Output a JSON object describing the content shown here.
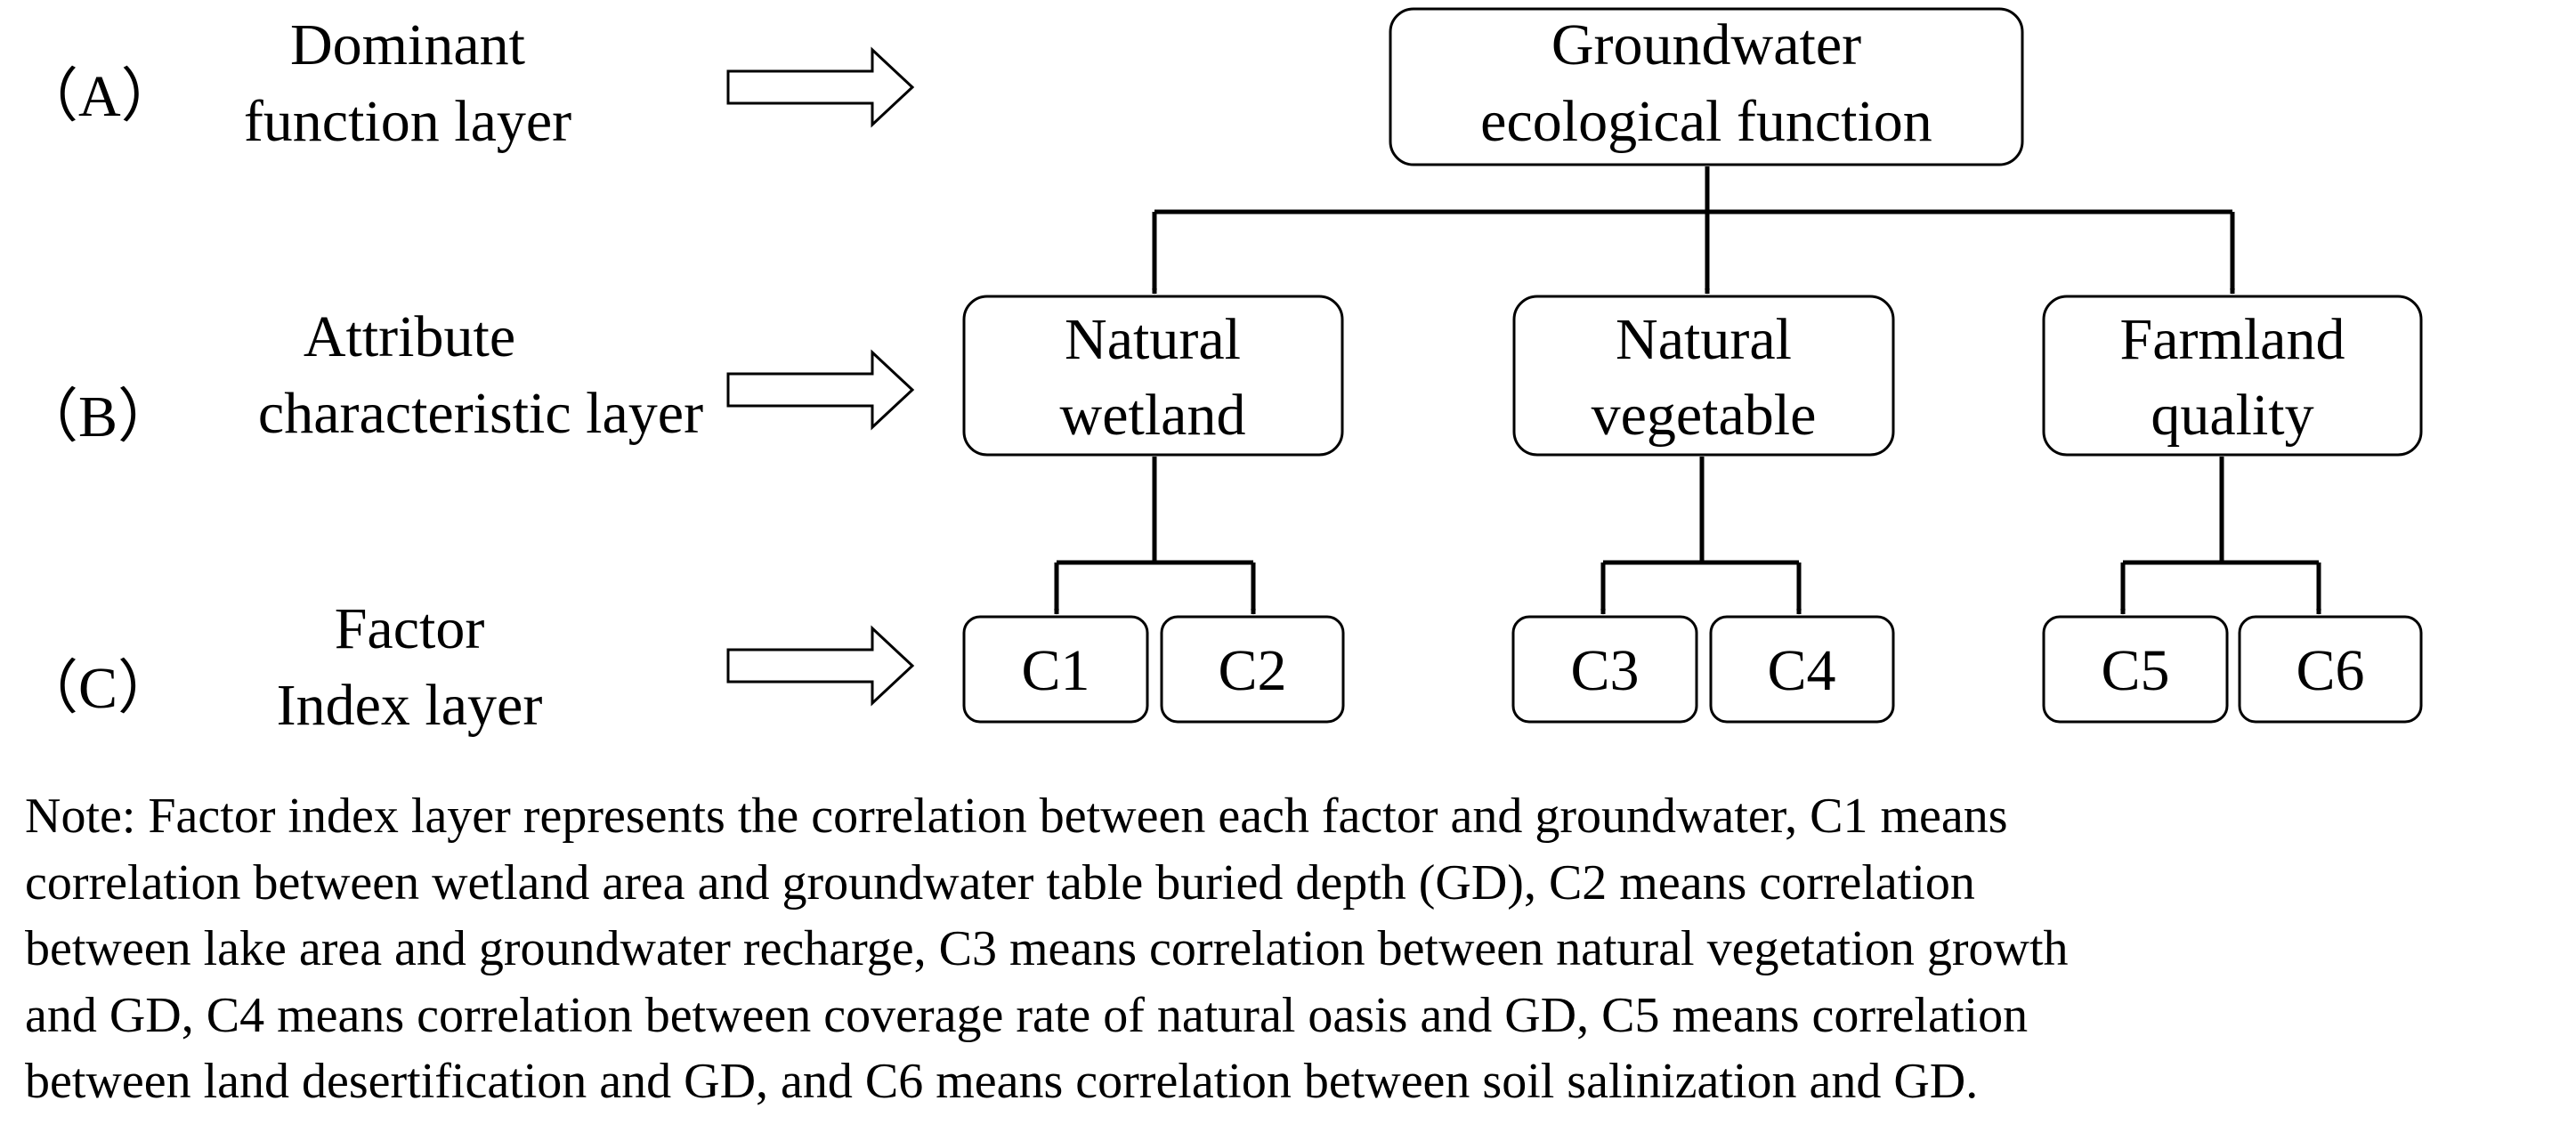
{
  "layers": [
    {
      "letter": "（A）",
      "name_line1": "Dominant",
      "name_line2": "function layer"
    },
    {
      "letter": "（B）",
      "name_line1": "Attribute",
      "name_line2": "characteristic layer"
    },
    {
      "letter": "（C）",
      "name_line1": "Factor",
      "name_line2": "Index layer"
    }
  ],
  "root": {
    "line1": "Groundwater",
    "line2": "ecological function"
  },
  "attributes": [
    {
      "line1": "Natural",
      "line2": "wetland"
    },
    {
      "line1": "Natural",
      "line2": "vegetable"
    },
    {
      "line1": "Farmland",
      "line2": "quality"
    }
  ],
  "factors": [
    "C1",
    "C2",
    "C3",
    "C4",
    "C5",
    "C6"
  ],
  "note_lines": [
    "Note: Factor index layer represents the correlation between each factor and groundwater, C1 means",
    "correlation between wetland area and groundwater table buried depth (GD), C2 means correlation",
    "between lake area and groundwater recharge, C3 means correlation between natural vegetation growth",
    "and GD, C4 means correlation between coverage rate of natural oasis and GD, C5 means correlation",
    "between land desertification and GD, and C6 means correlation between soil salinization and GD."
  ]
}
